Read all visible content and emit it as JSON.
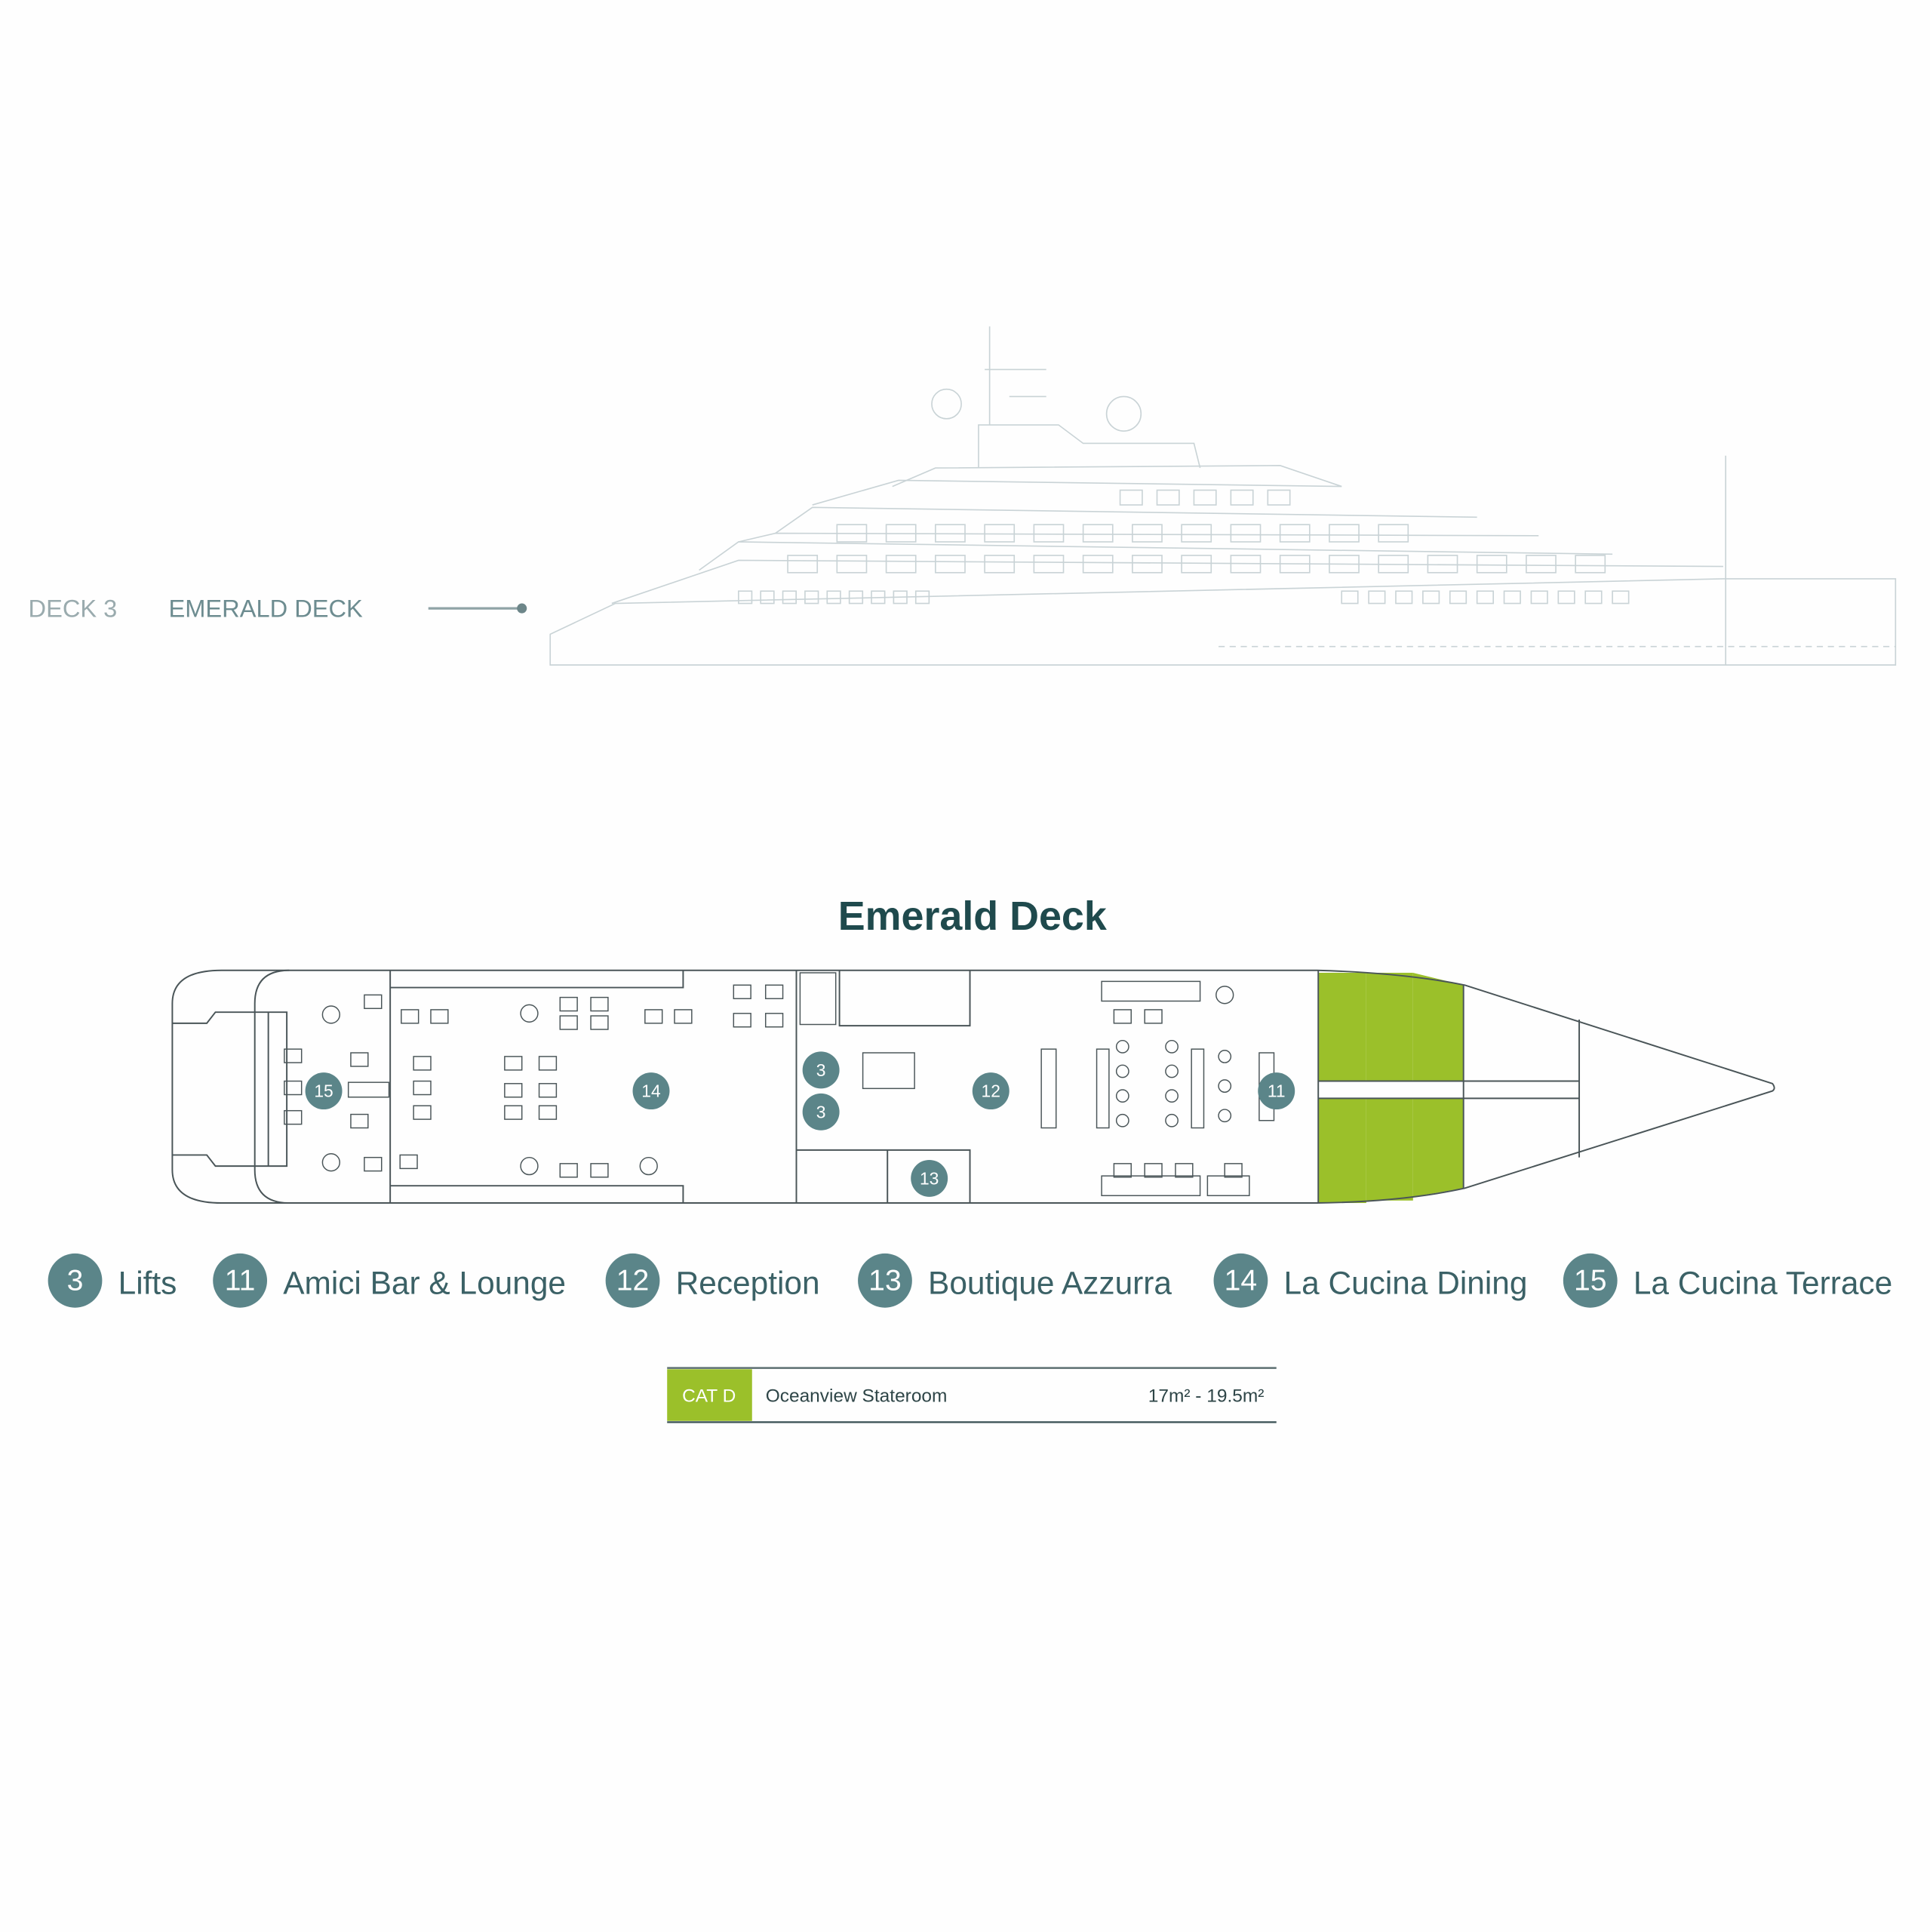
{
  "header": {
    "deck_number": "DECK 3",
    "deck_name": "EMERALD DECK"
  },
  "plan": {
    "title": "Emerald Deck",
    "markers": [
      {
        "num": "15"
      },
      {
        "num": "14"
      },
      {
        "num": "3"
      },
      {
        "num": "3"
      },
      {
        "num": "12"
      },
      {
        "num": "13"
      },
      {
        "num": "11"
      }
    ]
  },
  "legend": [
    {
      "num": "3",
      "label": "Lifts"
    },
    {
      "num": "11",
      "label": "Amici Bar & Lounge"
    },
    {
      "num": "12",
      "label": "Reception"
    },
    {
      "num": "13",
      "label": "Boutique Azzurra"
    },
    {
      "num": "14",
      "label": "La Cucina Dining"
    },
    {
      "num": "15",
      "label": "La Cucina Terrace"
    }
  ],
  "category": {
    "code": "CAT D",
    "name": "Oceanview Stateroom",
    "size": "17m² - 19.5m²",
    "color": "#9bc02a"
  },
  "colors": {
    "marker": "#5b8589",
    "title": "#1f4a4d",
    "cabin": "#9bc02a"
  }
}
